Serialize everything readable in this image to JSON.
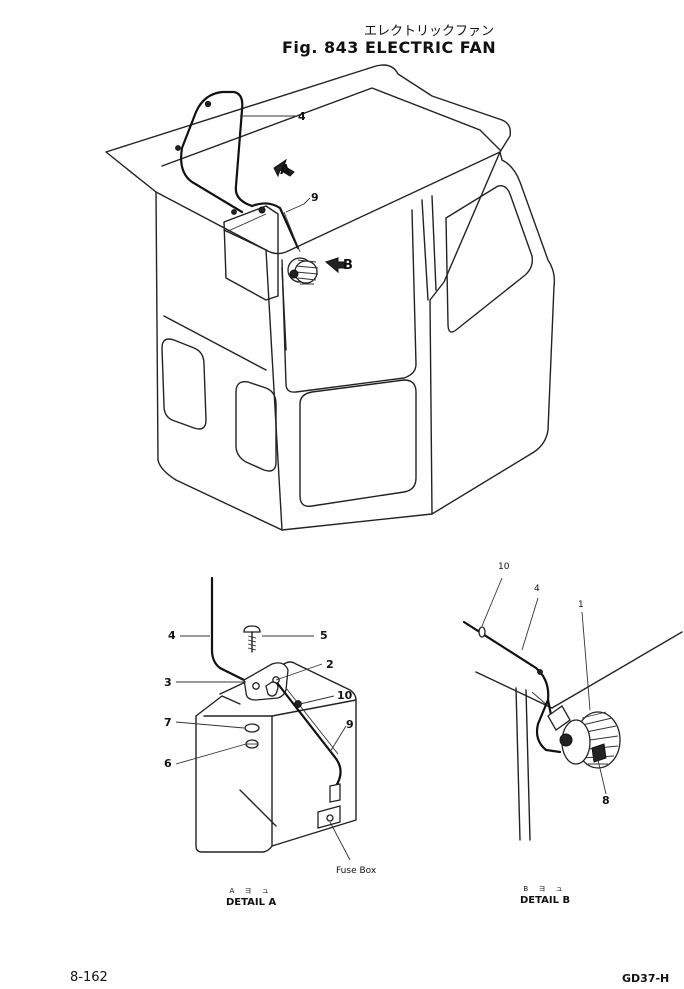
{
  "figure": {
    "title_jp": "エレクトリックファン",
    "title": "Fig. 843  ELECTRIC  FAN"
  },
  "main_view": {
    "arrow_a_label": "A",
    "arrow_b_label": "B",
    "callouts": {
      "wire": "4",
      "harness": "9"
    }
  },
  "detail_a": {
    "callouts": {
      "wire": "4",
      "screw": "5",
      "bracket": "3",
      "clip": "2",
      "grommet": "10",
      "washer": "7",
      "nut": "6",
      "harness": "9"
    },
    "fuse_box_label": "Fuse Box",
    "sub_label": "A    ヨ    ュ",
    "label": "DETAIL  A"
  },
  "detail_b": {
    "callouts": {
      "grommet": "10",
      "wire": "4",
      "fan": "1",
      "bolt": "8"
    },
    "sub_label": "B    ヨ    ュ",
    "label": "DETAIL  B"
  },
  "footer": {
    "page_number": "8-162",
    "model_code": "GD37-H"
  }
}
